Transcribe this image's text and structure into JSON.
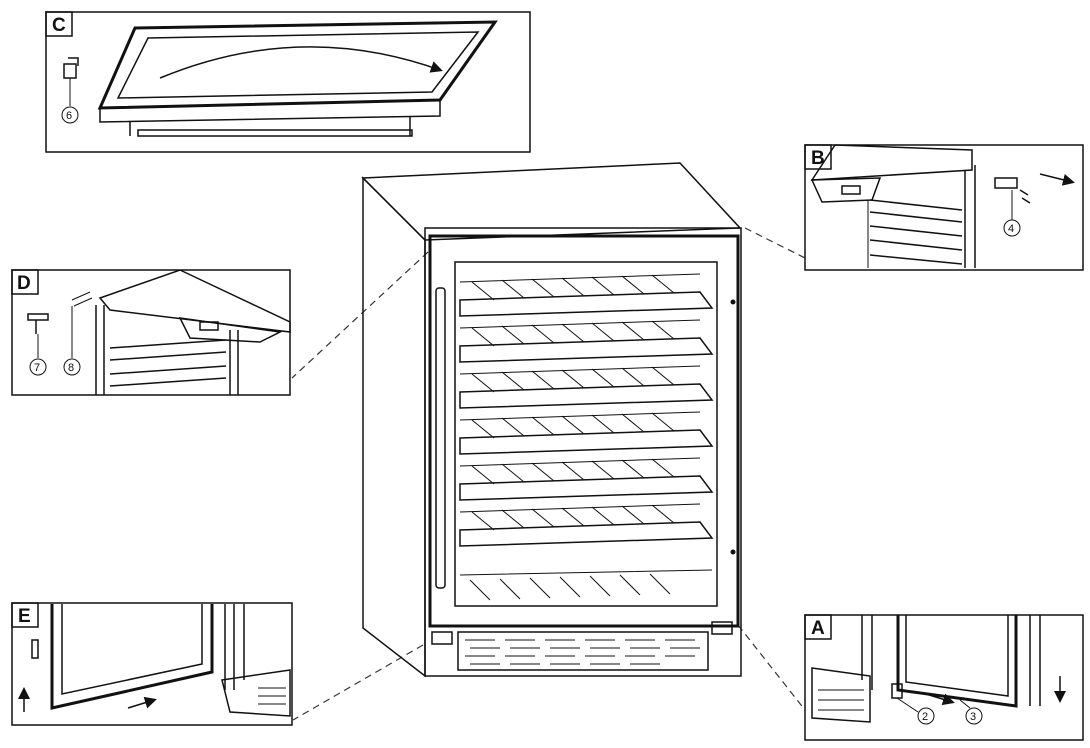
{
  "panels": {
    "A": {
      "label": "A",
      "parts": [
        "2",
        "3"
      ]
    },
    "B": {
      "label": "B",
      "parts": [
        "4"
      ]
    },
    "C": {
      "label": "C",
      "parts": [
        "6"
      ]
    },
    "D": {
      "label": "D",
      "parts": [
        "7",
        "8"
      ]
    },
    "E": {
      "label": "E",
      "parts": []
    }
  },
  "icons": {
    "arrow": "arrow-icon",
    "part_callout": "part-callout-icon"
  },
  "colors": {
    "line": "#111111",
    "background": "#ffffff"
  }
}
